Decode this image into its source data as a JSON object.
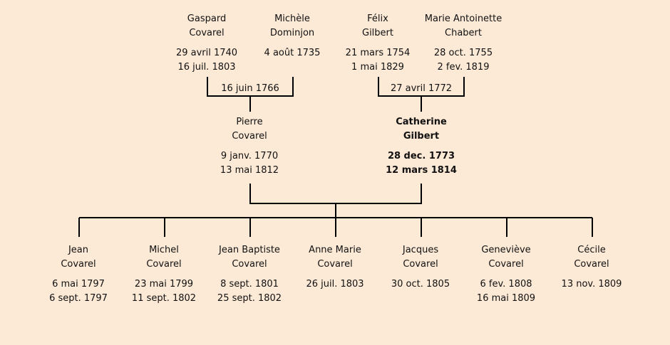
{
  "grandparents": [
    {
      "first": "Gaspard",
      "last": "Covarel",
      "birth": "29 avril 1740",
      "death": "16 juil. 1803"
    },
    {
      "first": "Michèle",
      "last": "Dominjon",
      "birth": "4 août 1735",
      "death": ""
    },
    {
      "first": "Félix",
      "last": "Gilbert",
      "birth": "21 mars 1754",
      "death": "1 mai 1829"
    },
    {
      "first": "Marie Antoinette",
      "last": "Chabert",
      "birth": "28 oct. 1755",
      "death": "2 fev. 1819"
    }
  ],
  "marriages": {
    "covarel": "16 juin 1766",
    "gilbert": "27 avril 1772"
  },
  "parents": [
    {
      "first": "Pierre",
      "last": "Covarel",
      "birth": "9 janv. 1770",
      "death": "13 mai 1812"
    },
    {
      "first": "Catherine",
      "last": "Gilbert",
      "birth": "28 dec. 1773",
      "death": "12 mars 1814"
    }
  ],
  "children": [
    {
      "first": "Jean",
      "last": "Covarel",
      "birth": "6 mai 1797",
      "death": "6 sept. 1797"
    },
    {
      "first": "Michel",
      "last": "Covarel",
      "birth": "23 mai 1799",
      "death": "11 sept. 1802"
    },
    {
      "first": "Jean Baptiste",
      "last": "Covarel",
      "birth": "8 sept. 1801",
      "death": "25 sept. 1802"
    },
    {
      "first": "Anne Marie",
      "last": "Covarel",
      "birth": "26 juil. 1803",
      "death": ""
    },
    {
      "first": "Jacques",
      "last": "Covarel",
      "birth": "30 oct. 1805",
      "death": ""
    },
    {
      "first": "Geneviève",
      "last": "Covarel",
      "birth": "6 fev. 1808",
      "death": "16 mai 1809"
    },
    {
      "first": "Cécile",
      "last": "Covarel",
      "birth": "13 nov. 1809",
      "death": ""
    }
  ]
}
